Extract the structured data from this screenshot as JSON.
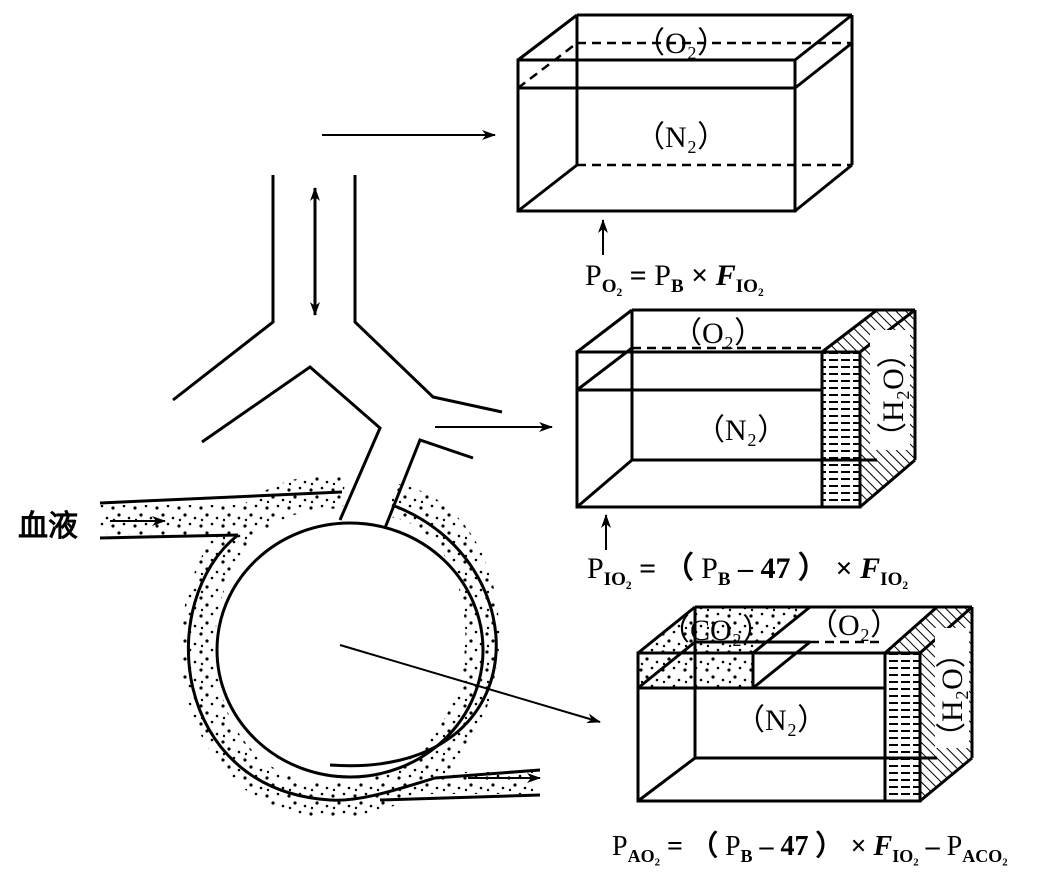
{
  "labels": {
    "blood": "血液",
    "box1_o2": "（O₂）",
    "box1_n2": "（N₂）",
    "box2_o2": "（O₂）",
    "box2_n2": "（N₂）",
    "box2_h2o": "（H₂O）",
    "box3_co2": "（CO₂）",
    "box3_o2": "（O₂）",
    "box3_n2": "（N₂）",
    "box3_h2o": "（H₂O）"
  },
  "formula1": {
    "p": "P",
    "sub_p": "O₂",
    "eq": " = ",
    "pb": "P",
    "sub_b": "B",
    "times": " × ",
    "f": "F",
    "sub_f": "IO₂"
  },
  "formula2": {
    "p": "P",
    "sub_p": "IO₂",
    "eq": " = （ ",
    "pb": "P",
    "sub_b": "B",
    "minus47": " – 47 ）",
    "times": " × ",
    "f": "F",
    "sub_f": "IO₂"
  },
  "formula3": {
    "p": "P",
    "sub_p": "AO₂",
    "eq": " = （ ",
    "pb": "P",
    "sub_b": "B",
    "minus47": " – 47 ）",
    "times": " × ",
    "f": "F",
    "sub_f": "IO₂",
    "minus": " – ",
    "p2": "P",
    "sub_p2": "ACO₂"
  }
}
